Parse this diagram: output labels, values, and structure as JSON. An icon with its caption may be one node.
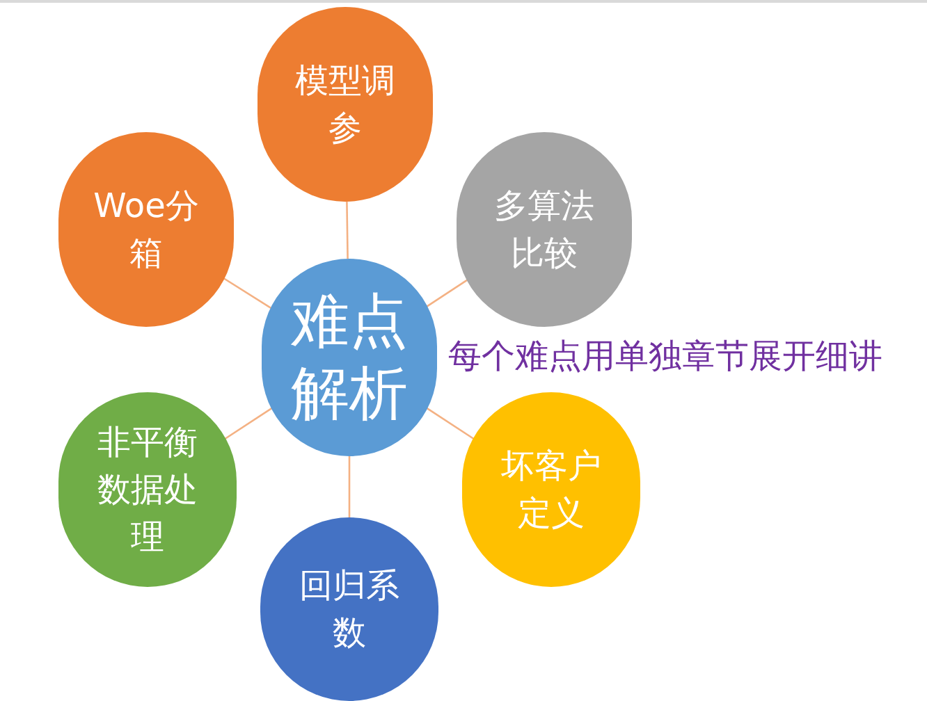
{
  "diagram": {
    "nodes": [
      {
        "text": [
          "模型调参"
        ]
      },
      {
        "text": [
          "Woe分箱"
        ]
      },
      {
        "text": [
          "多算法比较"
        ]
      },
      {
        "text": [
          "难点解析"
        ]
      },
      {
        "text": [
          "非平衡数据处理"
        ]
      },
      {
        "text": [
          "坏客户定义"
        ]
      },
      {
        "text": [
          "回归系数"
        ]
      }
    ],
    "edges": [
      {
        "from": 3,
        "to": 0,
        "arrow": "none"
      },
      {
        "from": 3,
        "to": 1,
        "arrow": "none"
      },
      {
        "from": 3,
        "to": 2,
        "arrow": "none"
      },
      {
        "from": 3,
        "to": 4,
        "arrow": "none"
      },
      {
        "from": 3,
        "to": 5,
        "arrow": "none"
      },
      {
        "from": 3,
        "to": 6,
        "arrow": "none"
      }
    ],
    "labels": [
      "每个难点用单独章节展开细讲"
    ]
  }
}
